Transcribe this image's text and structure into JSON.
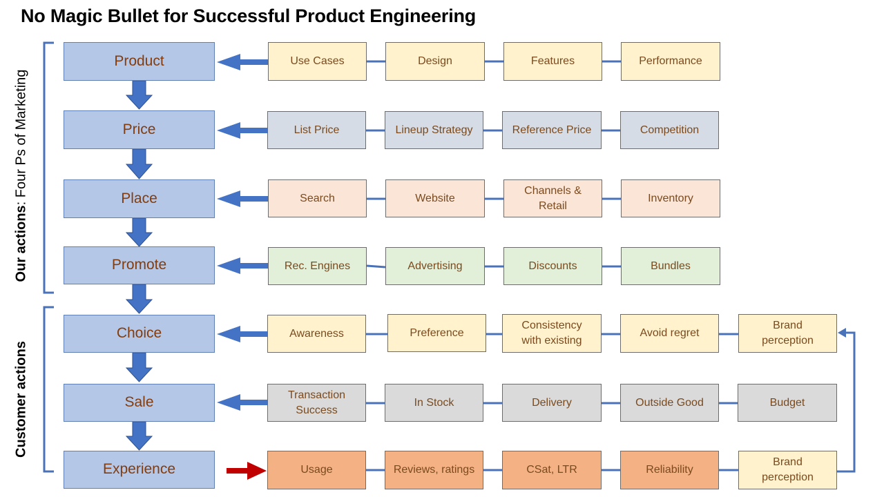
{
  "title": "No Magic Bullet for Successful Product Engineering",
  "group_labels": {
    "our_actions": {
      "bold": "Our actions",
      "rest": ": Four Ps of Marketing"
    },
    "customer_actions": "Customer actions"
  },
  "rows": [
    {
      "main": "Product",
      "items": [
        "Use Cases",
        "Design",
        "Features",
        "Performance"
      ]
    },
    {
      "main": "Price",
      "items": [
        "List Price",
        "Lineup Strategy",
        "Reference Price",
        "Competition"
      ]
    },
    {
      "main": "Place",
      "items": [
        "Search",
        "Website",
        "Channels &\nRetail",
        "Inventory"
      ]
    },
    {
      "main": "Promote",
      "items": [
        "Rec. Engines",
        "Advertising",
        "Discounts",
        "Bundles"
      ]
    },
    {
      "main": "Choice",
      "items": [
        "Awareness",
        "Preference",
        "Consistency\nwith existing",
        "Avoid regret",
        "Brand\nperception"
      ]
    },
    {
      "main": "Sale",
      "items": [
        "Transaction\nSuccess",
        "In Stock",
        "Delivery",
        "Outside Good",
        "Budget"
      ]
    },
    {
      "main": "Experience",
      "items": [
        "Usage",
        "Reviews, ratings",
        "CSat, LTR",
        "Reliability",
        "Brand\nperception"
      ]
    }
  ],
  "colors": {
    "main_fill": "#b4c7e7",
    "arrow_blue": "#4472c4",
    "arrow_red": "#c00000",
    "connector": "#4a72b8",
    "bracket": "#4a72b8"
  }
}
